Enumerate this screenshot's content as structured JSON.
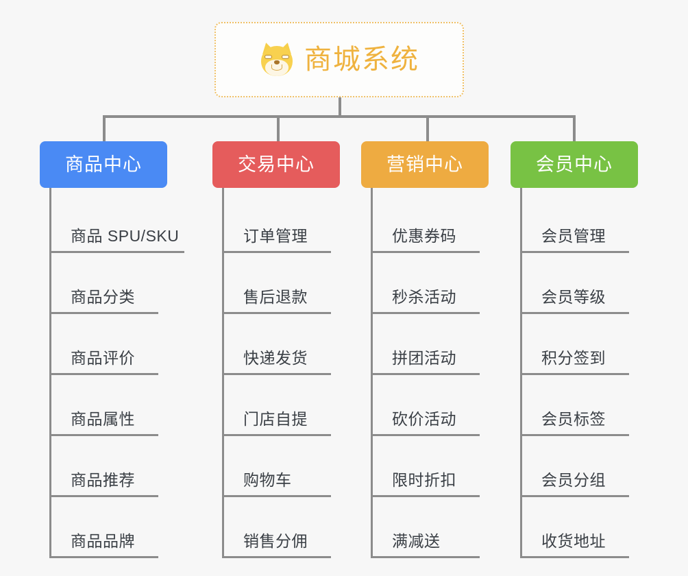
{
  "root": {
    "title": "商城系统",
    "icon": "shiba-dog-emoji",
    "border_color": "#f0c066",
    "text_color": "#efb23e"
  },
  "connector_color": "#8c8c8c",
  "background_color": "#f7f7f7",
  "branches": [
    {
      "header": "商品中心",
      "color": "#4a8af4",
      "leaves": [
        "商品 SPU/SKU",
        "商品分类",
        "商品评价",
        "商品属性",
        "商品推荐",
        "商品品牌"
      ]
    },
    {
      "header": "交易中心",
      "color": "#e55c5c",
      "leaves": [
        "订单管理",
        "售后退款",
        "快递发货",
        "门店自提",
        "购物车",
        "销售分佣"
      ]
    },
    {
      "header": "营销中心",
      "color": "#eeab41",
      "leaves": [
        "优惠券码",
        "秒杀活动",
        "拼团活动",
        "砍价活动",
        "限时折扣",
        "满减送"
      ]
    },
    {
      "header": "会员中心",
      "color": "#78c244",
      "leaves": [
        "会员管理",
        "会员等级",
        "积分签到",
        "会员标签",
        "会员分组",
        "收货地址"
      ]
    }
  ]
}
